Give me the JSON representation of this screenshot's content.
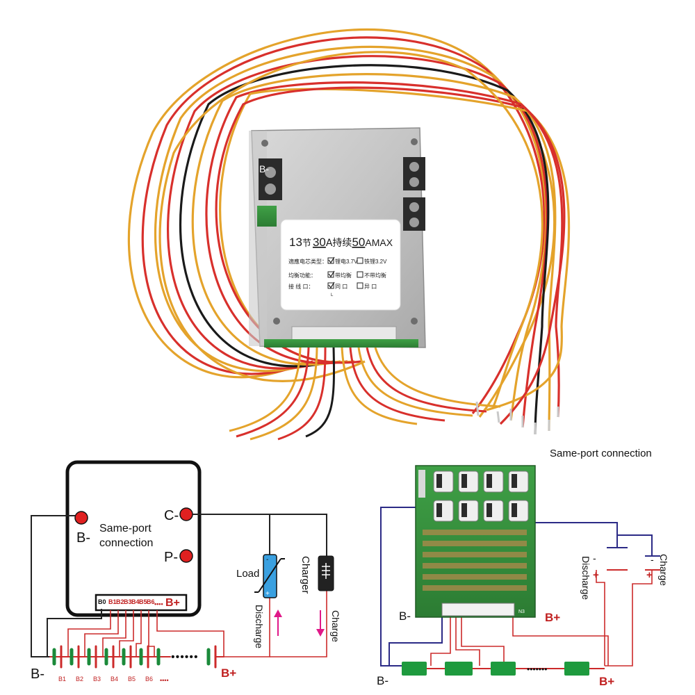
{
  "photo": {
    "label_title_parts": [
      "13",
      "节",
      "30",
      "A持续",
      "50",
      "AMAX"
    ],
    "label_rows": [
      {
        "label": "適應电芯类型：",
        "opt1": "锂电3.7V",
        "opt2": "铁锂3.2V"
      },
      {
        "label": "均衡功能：",
        "opt1": "带均衡",
        "opt2": "不带均衡"
      },
      {
        "label": "接 线 口：",
        "opt1": "同 口",
        "opt2": "异 口"
      }
    ],
    "label_footnote": "L",
    "board_marking": "B-"
  },
  "left_diagram": {
    "bms_caption_line1": "Same-port",
    "bms_caption_line2": "connection",
    "terminal_bminus": "B-",
    "terminal_cminus": "C-",
    "terminal_pminus": "P-",
    "bplus_on_board": "B+",
    "board_pins": [
      "B0",
      "B1",
      "B2",
      "B3",
      "B4",
      "B5",
      "B6"
    ],
    "board_pins_more": "••••",
    "cell_labels": [
      "B1",
      "B2",
      "B3",
      "B4",
      "B5",
      "B6"
    ],
    "cell_labels_more": "••••",
    "bminus_label": "B-",
    "bplus_label": "B+",
    "load_label": "Load",
    "charger_label": "Charger",
    "discharge_label": "Discharge",
    "charge_label": "Charge",
    "wire_color": "#cc2a2a",
    "wire_dark": "#222222"
  },
  "right_diagram": {
    "title": "Same-port connection",
    "bminus_board": "B-",
    "bplus_board": "B+",
    "bminus_bottom": "B-",
    "bplus_bottom": "B+",
    "discharge_label": "Discharge",
    "charge_label": "Charge",
    "minus_sign": "-",
    "plus_sign": "+",
    "connector_tag": "N3",
    "navy": "#2b2a86",
    "red": "#cc2a2a",
    "cell_green": "#1e9a3e"
  }
}
